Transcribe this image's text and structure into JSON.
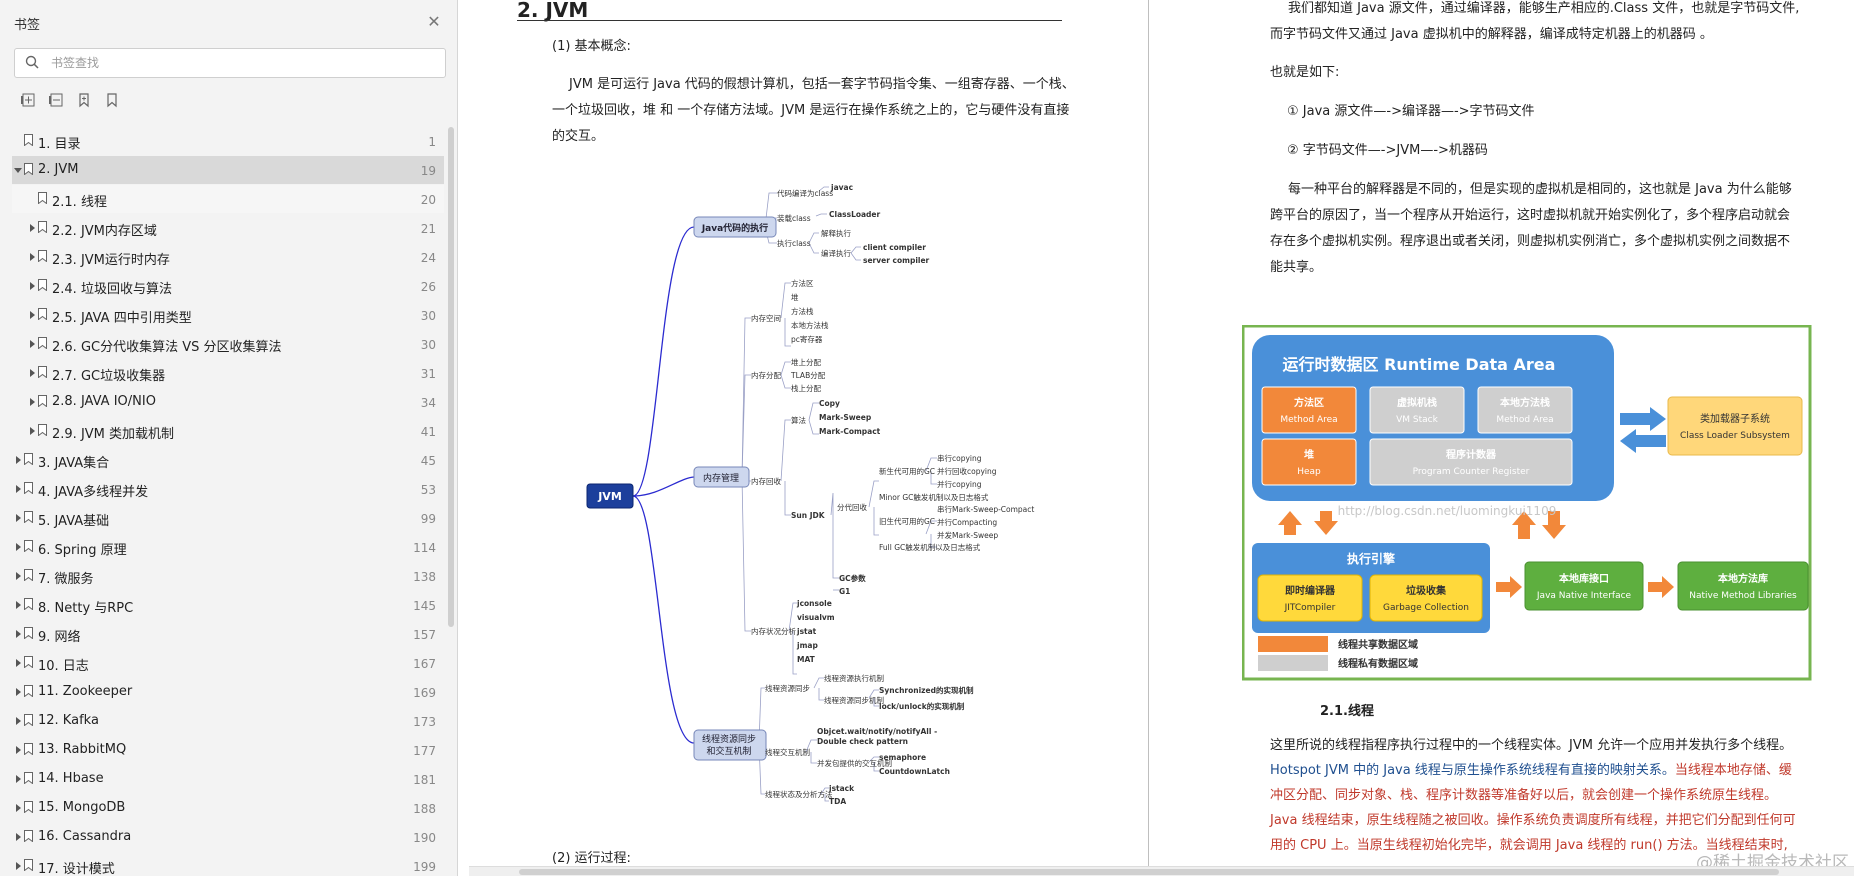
{
  "sidebar": {
    "title": "书签",
    "search_placeholder": "书签查找",
    "items": [
      {
        "label": "1. 目录",
        "page": "1",
        "level": 0,
        "state": "none"
      },
      {
        "label": "2. JVM",
        "page": "19",
        "level": 0,
        "state": "expanded"
      },
      {
        "label": "2.1. 线程",
        "page": "20",
        "level": 1,
        "state": "none"
      },
      {
        "label": "2.2. JVM内存区域",
        "page": "21",
        "level": 1,
        "state": "collapsed"
      },
      {
        "label": "2.3. JVM运行时内存",
        "page": "24",
        "level": 1,
        "state": "collapsed"
      },
      {
        "label": "2.4. 垃圾回收与算法",
        "page": "26",
        "level": 1,
        "state": "collapsed"
      },
      {
        "label": "2.5. JAVA 四中引用类型",
        "page": "30",
        "level": 1,
        "state": "collapsed"
      },
      {
        "label": "2.6. GC分代收集算法  VS 分区收集算法",
        "page": "30",
        "level": 1,
        "state": "collapsed"
      },
      {
        "label": "2.7. GC垃圾收集器",
        "page": "31",
        "level": 1,
        "state": "collapsed"
      },
      {
        "label": "2.8.  JAVA IO/NIO",
        "page": "34",
        "level": 1,
        "state": "collapsed"
      },
      {
        "label": "2.9. JVM 类加载机制",
        "page": "41",
        "level": 1,
        "state": "collapsed"
      },
      {
        "label": "3. JAVA集合",
        "page": "45",
        "level": 0,
        "state": "collapsed"
      },
      {
        "label": "4. JAVA多线程并发",
        "page": "53",
        "level": 0,
        "state": "collapsed"
      },
      {
        "label": "5. JAVA基础",
        "page": "99",
        "level": 0,
        "state": "collapsed"
      },
      {
        "label": "6. Spring 原理",
        "page": "114",
        "level": 0,
        "state": "collapsed"
      },
      {
        "label": "7.   微服务",
        "page": "138",
        "level": 0,
        "state": "collapsed"
      },
      {
        "label": "8. Netty 与RPC",
        "page": "145",
        "level": 0,
        "state": "collapsed"
      },
      {
        "label": "9. 网络",
        "page": "157",
        "level": 0,
        "state": "collapsed"
      },
      {
        "label": "10. 日志",
        "page": "167",
        "level": 0,
        "state": "collapsed"
      },
      {
        "label": "11. Zookeeper",
        "page": "169",
        "level": 0,
        "state": "collapsed"
      },
      {
        "label": "12. Kafka",
        "page": "173",
        "level": 0,
        "state": "collapsed"
      },
      {
        "label": "13. RabbitMQ",
        "page": "177",
        "level": 0,
        "state": "collapsed"
      },
      {
        "label": "14. Hbase",
        "page": "181",
        "level": 0,
        "state": "collapsed"
      },
      {
        "label": "15. MongoDB",
        "page": "188",
        "level": 0,
        "state": "collapsed"
      },
      {
        "label": "16. Cassandra",
        "page": "190",
        "level": 0,
        "state": "collapsed"
      },
      {
        "label": "17. 设计模式",
        "page": "199",
        "level": 0,
        "state": "collapsed"
      }
    ]
  },
  "left_page": {
    "heading": "2. JVM",
    "basic_concept": "(1) 基本概念:",
    "para1_line1": "JVM 是可运行 Java 代码的假想计算机，包括一套字节码指令集、一组寄存器、一个栈、",
    "para1_line2": "一个垃圾回收，堆 和 一个存储方法域。JVM 是运行在操作系统之上的，它与硬件没有直接",
    "para1_line3": "的交互。",
    "runtime_process": "(2) 运行过程:"
  },
  "mindmap": {
    "root": "JVM",
    "branch_exec": "Java代码的执行",
    "branch_mem": "内存管理",
    "branch_thread": "线程资源同步",
    "branch_thread2": "和交互机制",
    "exec": [
      "代码编译为class",
      "javac",
      "装载class",
      "ClassLoader",
      "执行class",
      "解释执行",
      "编译执行",
      "client compiler",
      "server compiler"
    ],
    "mem_space": [
      "内存空间",
      "方法区",
      "堆",
      "方法栈",
      "本地方法栈",
      "pc寄存器"
    ],
    "mem_alloc": [
      "内存分配",
      "堆上分配",
      "TLAB分配",
      "栈上分配"
    ],
    "gc": [
      "内存回收",
      "算法",
      "Copy",
      "Mark-Sweep",
      "Mark-Compact",
      "Sun JDK",
      "分代回收",
      "新生代可用的GC",
      "串行copying",
      "并行回收copying",
      "并行copying",
      "Minor GC触发机制以及日志格式",
      "旧生代可用的GC",
      "串行Mark-Sweep-Compact",
      "并行Compacting",
      "并发Mark-Sweep",
      "Full GC触发机制以及日志格式",
      "GC参数",
      "G1"
    ],
    "monitor": [
      "内存状况分析",
      "jconsole",
      "visualvm",
      "jstat",
      "jmap",
      "MAT"
    ],
    "thread": [
      "线程资源同步",
      "线程资源执行机制",
      "线程资源同步机制",
      "Synchronized的实现机制",
      "lock/unlock的实现机制",
      "线程交互机制",
      "Objcet.wait/notify/notifyAll -",
      "Double check pattern",
      "并发包提供的交互机制",
      "semaphore",
      "CountdownLatch",
      "线程状态及分析方法",
      "jstack",
      "TDA"
    ]
  },
  "right_page": {
    "line1": "我们都知道 Java 源文件，通过编译器，能够生产相应的.Class 文件，也就是字节码文件,",
    "line2": "而字节码文件又通过 Java 虚拟机中的解释器，编译成特定机器上的机器码 。",
    "line3": "也就是如下:",
    "line4": "① Java 源文件—->编译器—->字节码文件",
    "line5": "② 字节码文件—->JVM—->机器码",
    "line6": "每一种平台的解释器是不同的，但是实现的虚拟机是相同的，这也就是 Java 为什么能够",
    "line7": "跨平台的原因了，当一个程序从开始运行，这时虚拟机就开始实例化了，多个程序启动就会",
    "line8": "存在多个虚拟机实例。程序退出或者关闭，则虚拟机实例消亡，多个虚拟机实例之间数据不",
    "line9": "能共享。",
    "subheading": "2.1.线程",
    "t1": "这里所说的线程指程序执行过程中的一个线程实体。JVM 允许一个应用并发执行多个线程。",
    "t2a": "Hotspot JVM 中的 Java 线程与原生操作系统线程有直接的映射关系。",
    "t2b": "当线程本地存储、缓",
    "t3": "冲区分配、同步对象、栈、程序计数器等准备好以后，就会创建一个操作系统原生线程。",
    "t4": "Java 线程结束，原生线程随之被回收。操作系统负责调度所有线程，并把它们分配到任何可",
    "t5": "用的 CPU 上。当原生线程初始化完毕，就会调用 Java 线程的 run() 方法。当线程结束时,"
  },
  "rda": {
    "title": "运行时数据区  Runtime Data Area",
    "method_area": [
      "方法区",
      "Method Area"
    ],
    "vm_stack": [
      "虚拟机栈",
      "VM Stack"
    ],
    "native_stack": [
      "本地方法栈",
      "Method Area"
    ],
    "heap": [
      "堆",
      "Heap"
    ],
    "pc": [
      "程序计数器",
      "Program Counter Register"
    ],
    "engine": "执行引擎",
    "jit": [
      "即时编译器",
      "JITCompiler"
    ],
    "gc": [
      "垃圾收集",
      "Garbage Collection"
    ],
    "jni": [
      "本地库接口",
      "Java Native Interface"
    ],
    "native_lib": [
      "本地方法库",
      "Native Method Libraries"
    ],
    "class_loader": [
      "类加载器子系统",
      "Class Loader Subsystem"
    ],
    "legend_shared": "线程共享数据区域",
    "legend_private": "线程私有数据区域",
    "url_watermark": "http://blog.csdn.net/luomingkui1109"
  },
  "watermark": "@稀土掘金技术社区",
  "colors": {
    "orange": "#f2883a",
    "blue": "#4a90d9",
    "green": "#5eaf3f",
    "yellow": "#ffd93b",
    "gray": "#cfcfcf",
    "mindmap_line": "#2b2bd0",
    "active_bookmark": "#d9d9d9"
  }
}
